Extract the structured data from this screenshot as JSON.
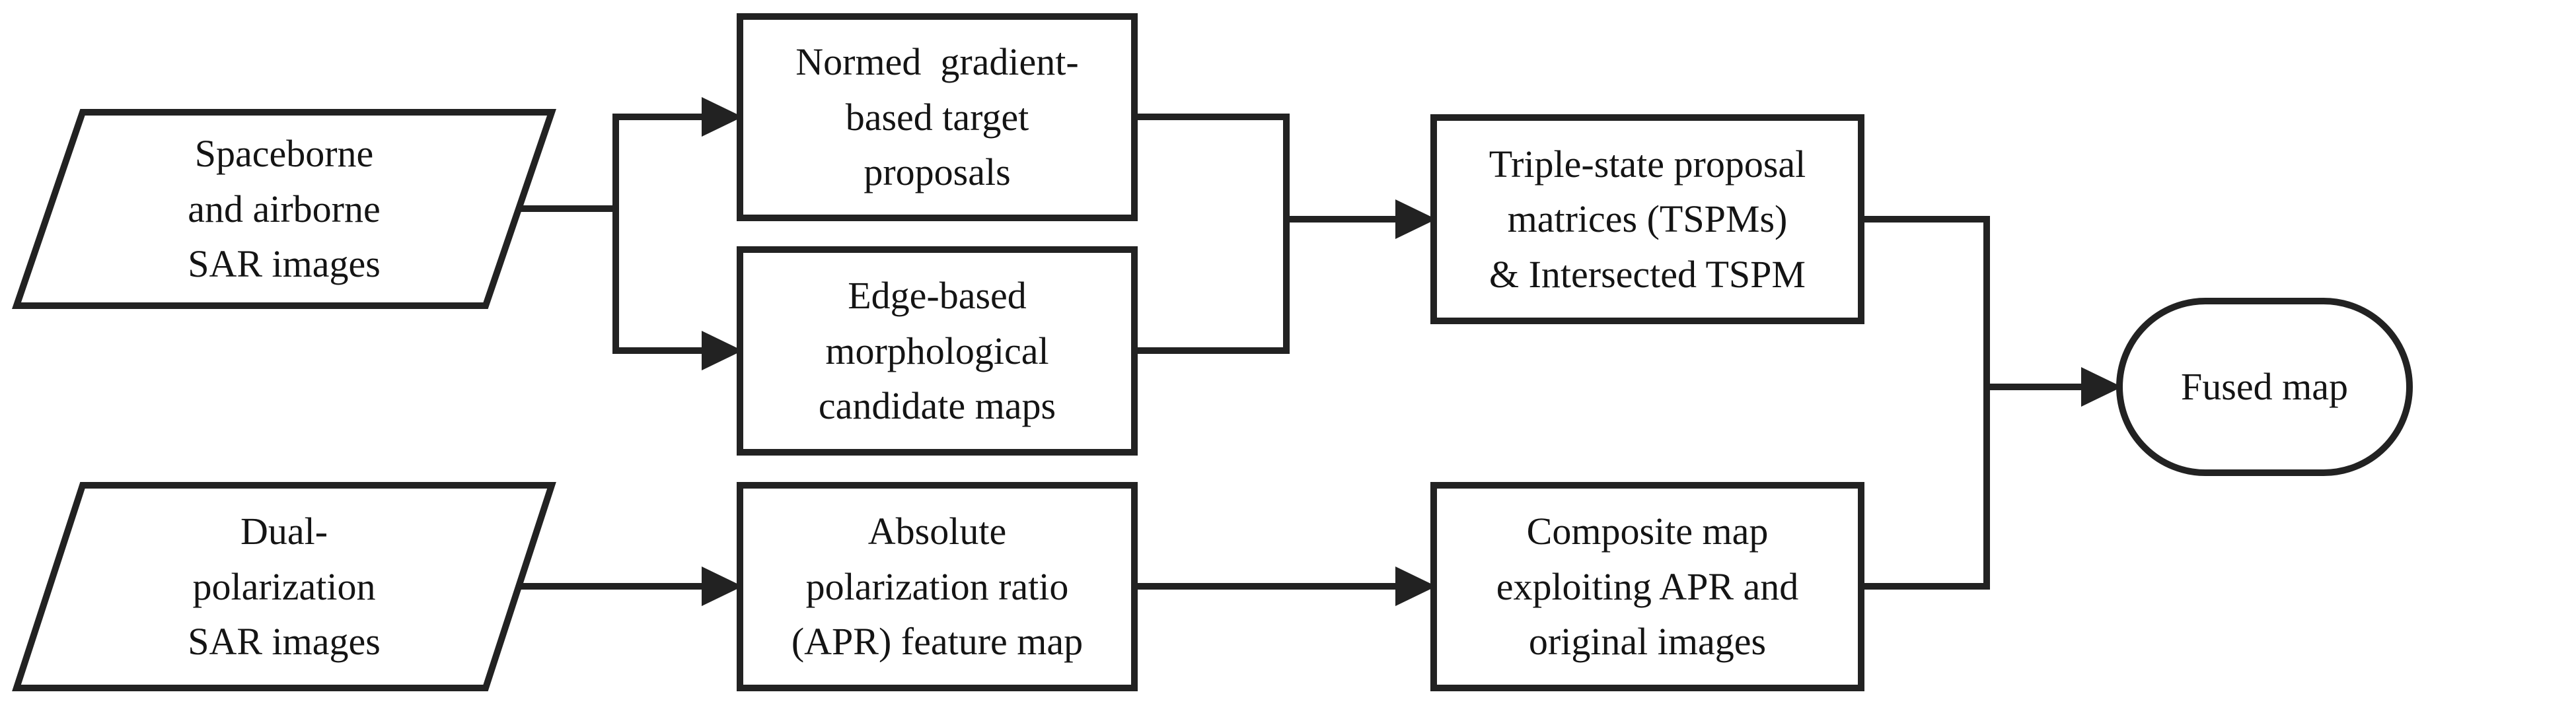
{
  "diagram": {
    "type": "flowchart",
    "background_color": "#ffffff",
    "line_color": "#222222",
    "text_color": "#141414",
    "nodes": {
      "spaceborne_input": {
        "shape": "parallelogram",
        "label": "Spaceborne\nand airborne\nSAR images"
      },
      "normed_gradient": {
        "shape": "rectangle",
        "label": "Normed  gradient-\nbased target\nproposals"
      },
      "edge_based": {
        "shape": "rectangle",
        "label": "Edge-based\nmorphological\ncandidate maps"
      },
      "tspm": {
        "shape": "rectangle",
        "label": "Triple-state proposal\nmatrices (TSPMs)\n& Intersected TSPM"
      },
      "dual_pol_input": {
        "shape": "parallelogram",
        "label": "Dual-\npolarization\nSAR images"
      },
      "apr": {
        "shape": "rectangle",
        "label": "Absolute\npolarization ratio\n(APR) feature map"
      },
      "composite": {
        "shape": "rectangle",
        "label": "Composite map\nexploiting APR and\noriginal images"
      },
      "fused": {
        "shape": "stadium",
        "label": "Fused map"
      }
    },
    "edges": [
      {
        "from": "spaceborne_input",
        "to": "normed_gradient"
      },
      {
        "from": "spaceborne_input",
        "to": "edge_based"
      },
      {
        "from": "normed_gradient",
        "to": "tspm"
      },
      {
        "from": "edge_based",
        "to": "tspm"
      },
      {
        "from": "tspm",
        "to": "fused"
      },
      {
        "from": "dual_pol_input",
        "to": "apr"
      },
      {
        "from": "apr",
        "to": "composite"
      },
      {
        "from": "composite",
        "to": "fused"
      }
    ]
  }
}
